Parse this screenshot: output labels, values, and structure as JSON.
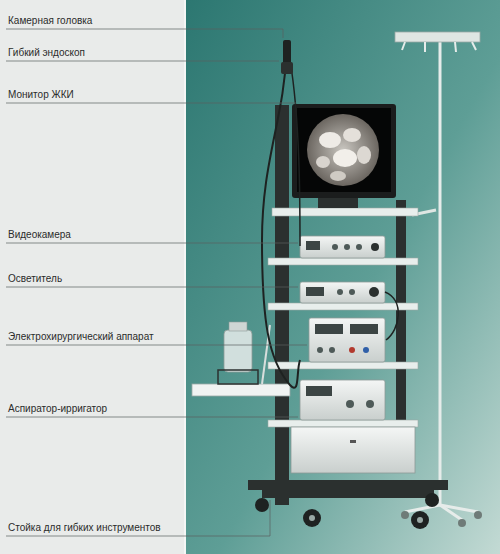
{
  "diagram": {
    "labels": [
      "Камерная головка",
      "Гибкий эндоскоп",
      "Монитор ЖКИ",
      "Видеокамера",
      "Осветитель",
      "Электрохирургический аппарат",
      "Аспиратор-ирригатор",
      "Стойка для гибких инструментов"
    ]
  }
}
